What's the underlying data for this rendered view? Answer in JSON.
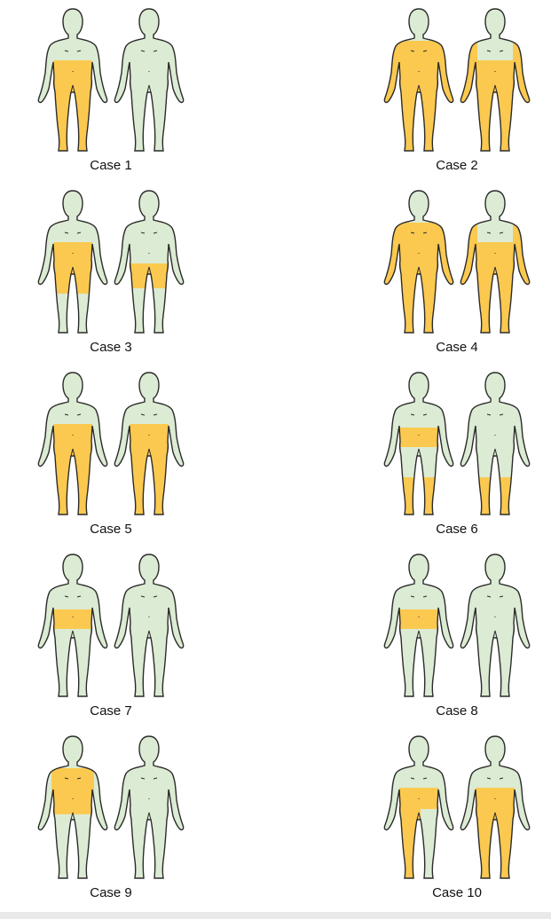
{
  "colors": {
    "body_fill": "#dcebd3",
    "body_stroke": "#2b2b2b",
    "highlight": "#fbc94f"
  },
  "cases": [
    {
      "label": "Case 1",
      "front": [
        "abdomen",
        "legs"
      ],
      "back": []
    },
    {
      "label": "Case 2",
      "front": [
        "arms",
        "torso",
        "legs"
      ],
      "back": [
        "arms",
        "legs"
      ]
    },
    {
      "label": "Case 3",
      "front": [
        "abdomen",
        "thighs"
      ],
      "back": [
        "buttocks"
      ]
    },
    {
      "label": "Case 4",
      "front": [
        "arms",
        "torso",
        "legs"
      ],
      "back": [
        "arms",
        "legs"
      ]
    },
    {
      "label": "Case 5",
      "front": [
        "abdomen",
        "legs"
      ],
      "back": [
        "legs"
      ]
    },
    {
      "label": "Case 6",
      "front": [
        "waist",
        "lower_legs"
      ],
      "back": [
        "lower_legs"
      ]
    },
    {
      "label": "Case 7",
      "front": [
        "waist"
      ],
      "back": []
    },
    {
      "label": "Case 8",
      "front": [
        "waist"
      ],
      "back": []
    },
    {
      "label": "Case 9",
      "front": [
        "chest_abdomen"
      ],
      "back": []
    },
    {
      "label": "Case 10",
      "front": [
        "left_leg",
        "abdomen_left"
      ],
      "back": [
        "legs"
      ]
    }
  ]
}
